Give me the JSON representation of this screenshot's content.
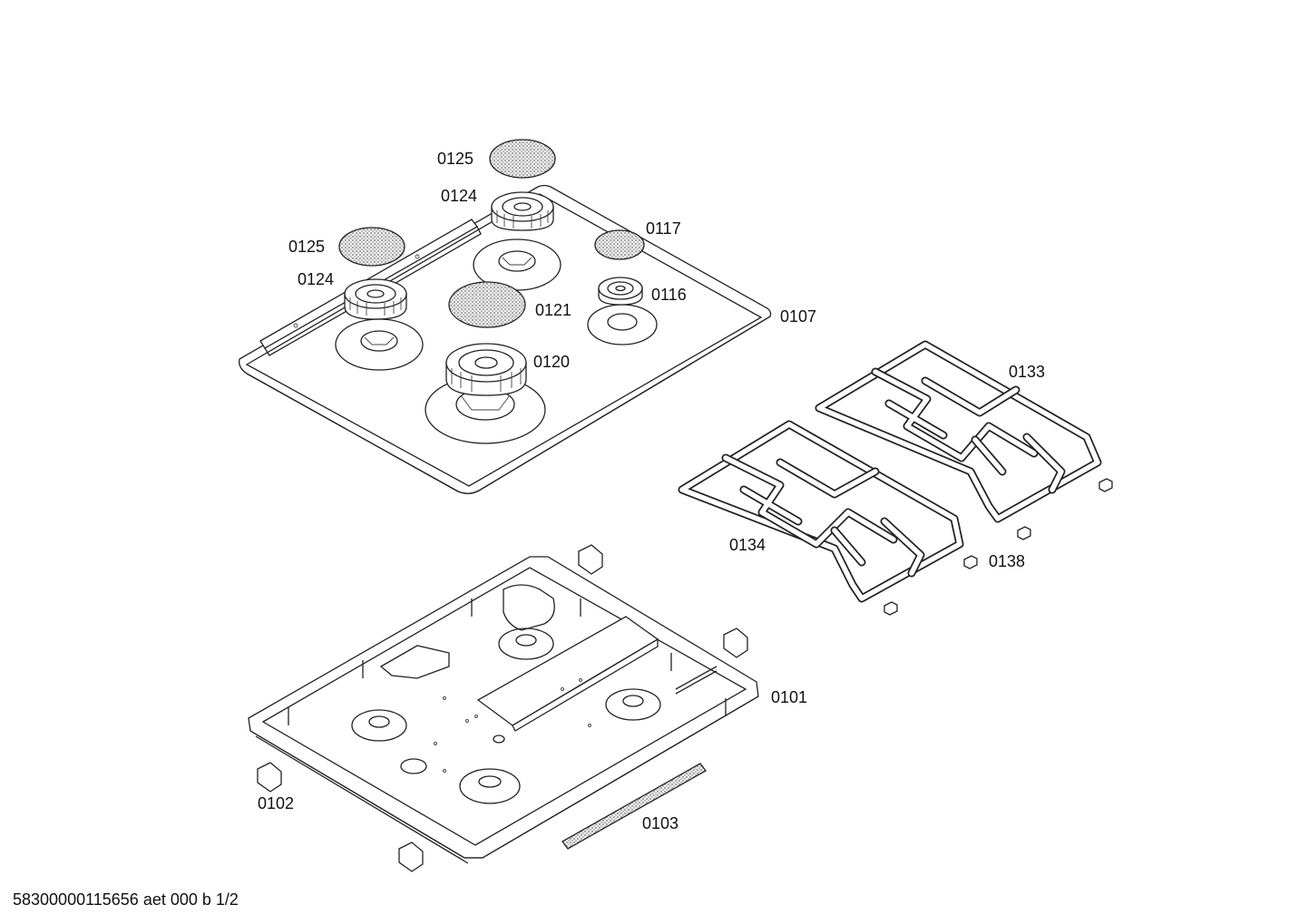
{
  "drawing_id": "58300000115656 aet 000 b 1/2",
  "callouts": {
    "p0125_top": "0125",
    "p0124_top": "0124",
    "p0117": "0117",
    "p0125_left": "0125",
    "p0124_left": "0124",
    "p0116": "0116",
    "p0121": "0121",
    "p0107": "0107",
    "p0120": "0120",
    "p0133": "0133",
    "p0134": "0134",
    "p0138": "0138",
    "p0101": "0101",
    "p0102": "0102",
    "p0103": "0103"
  },
  "colors": {
    "line": "#222222",
    "dotted_fill": "#bdbdbd",
    "background": "#ffffff"
  }
}
